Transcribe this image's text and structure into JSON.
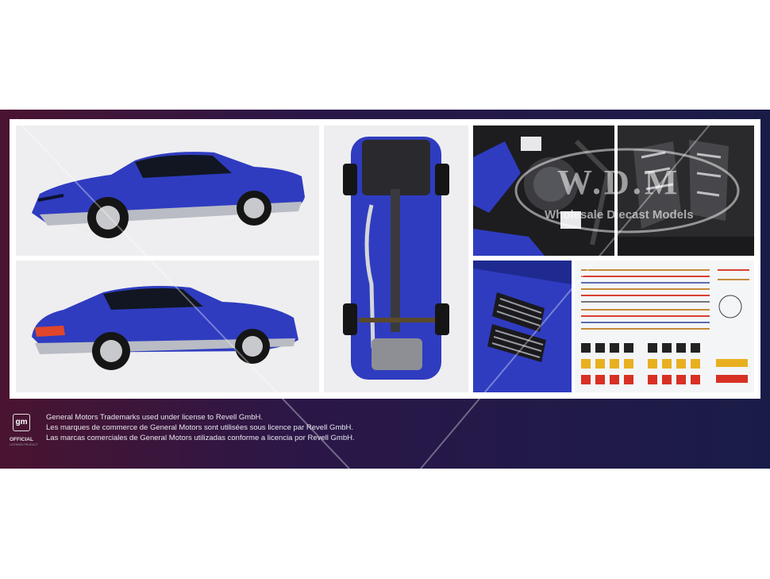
{
  "legal": {
    "logo_text": "gm",
    "official_label": "OFFICIAL",
    "official_sub": "LICENSED PRODUCT",
    "line_en": "General Motors Trademarks used under license to Revell GmbH.",
    "line_fr": "Les marques de commerce de General Motors sont utilisées sous licence par Revell GmbH.",
    "line_es": "Las marcas comerciales de General Motors utilizadas conforme a licencia por Revell GmbH."
  },
  "watermark": {
    "title": "W.D.M",
    "subtitle": "Wholesale Diecast Models"
  },
  "colors": {
    "car_blue": "#2f3cc0",
    "box_purple": "#2a1748",
    "box_magenta": "#4a1430"
  }
}
